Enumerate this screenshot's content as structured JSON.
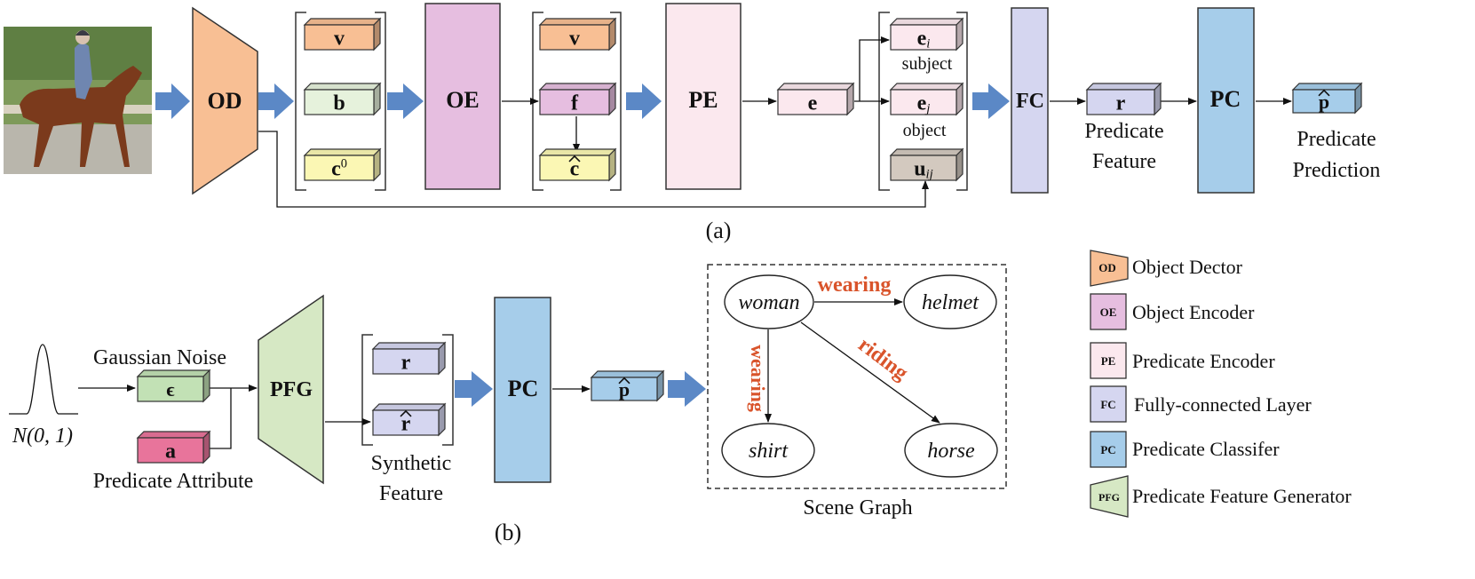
{
  "colors": {
    "od": "#f8bf94",
    "oe": "#e6bee0",
    "pe": "#fbe8ee",
    "fc": "#d5d6f0",
    "pc": "#a6cdea",
    "pfg": "#d6e8c4",
    "v": "#f8bf94",
    "b": "#e6f2dc",
    "c": "#fbf7b4",
    "f": "#e6bee0",
    "e": "#fbe8ee",
    "u": "#d3c9bf",
    "a": "#e8749b",
    "noise": "#c2e1b5",
    "r": "#d5d6f0",
    "p": "#a6cdea",
    "flow_arrow": "#5b88c6",
    "relation": "#d9542b"
  },
  "part_a": {
    "caption": "(a)",
    "photo_icon": "rider-on-horse-photo",
    "od": "OD",
    "oe": "OE",
    "pe": "PE",
    "fc": "FC",
    "pc": "PC",
    "v": "v",
    "b": "b",
    "c0": "c",
    "c0_sup": "0",
    "v2": "v",
    "f": "f",
    "c_hat": "c",
    "e": "e",
    "ei": "e",
    "ei_sub": "i",
    "subject": "subject",
    "ej": "e",
    "ej_sub": "j",
    "object": "object",
    "uij": "u",
    "uij_sub": "ij",
    "r": "r",
    "predicate_feature_l1": "Predicate",
    "predicate_feature_l2": "Feature",
    "p_hat": "p",
    "predicate_prediction_l1": "Predicate",
    "predicate_prediction_l2": "Prediction"
  },
  "part_b": {
    "caption": "(b)",
    "gaussian_noise": "Gaussian Noise",
    "normal_dist": "N(0, 1)",
    "epsilon": "ϵ",
    "a": "a",
    "predicate_attribute": "Predicate Attribute",
    "pfg": "PFG",
    "r": "r",
    "r_hat": "r",
    "synthetic_l1": "Synthetic",
    "synthetic_l2": "Feature",
    "pc": "PC",
    "p_hat": "p"
  },
  "scene_graph": {
    "caption": "Scene Graph",
    "nodes": [
      "woman",
      "helmet",
      "shirt",
      "horse"
    ],
    "edges": [
      {
        "label": "wearing"
      },
      {
        "label": "wearing"
      },
      {
        "label": "riding"
      }
    ]
  },
  "legend": [
    {
      "abbr": "OD",
      "label": "Object Dector"
    },
    {
      "abbr": "OE",
      "label": "Object Encoder"
    },
    {
      "abbr": "PE",
      "label": "Predicate Encoder"
    },
    {
      "abbr": "FC",
      "label": "Fully-connected Layer"
    },
    {
      "abbr": "PC",
      "label": "Predicate Classifer"
    },
    {
      "abbr": "PFG",
      "label": "Predicate Feature Generator"
    }
  ]
}
